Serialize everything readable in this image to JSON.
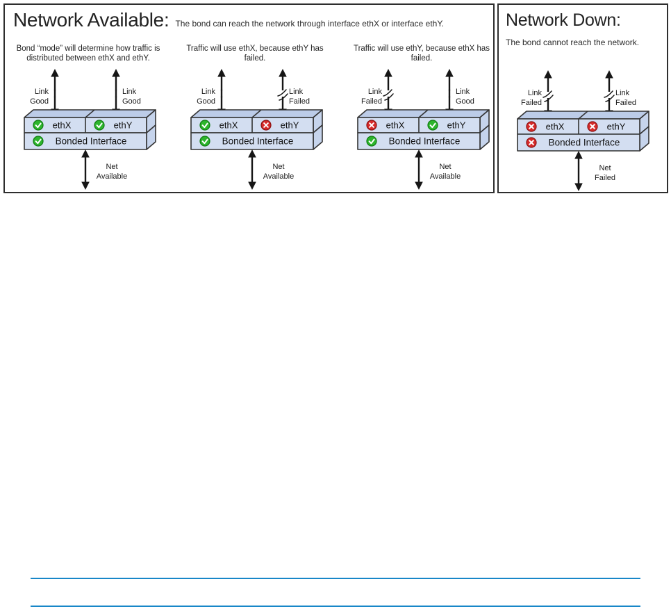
{
  "panels": {
    "available": {
      "title": "Network Available:",
      "subtitle": "The bond can reach the network through interface ethX or interface ethY."
    },
    "down": {
      "title": "Network Down:",
      "subtitle": "The bond cannot reach the network."
    }
  },
  "diagrams": [
    {
      "caption": "Bond “mode” will determine how traffic is distributed between ethX and ethY.",
      "left_link": {
        "line1": "Link",
        "line2": "Good",
        "state": "intact"
      },
      "right_link": {
        "line1": "Link",
        "line2": "Good",
        "state": "intact"
      },
      "eth_x": {
        "label": "ethX",
        "status": "good"
      },
      "eth_y": {
        "label": "ethY",
        "status": "good"
      },
      "bond": {
        "label": "Bonded Interface",
        "status": "good"
      },
      "net": {
        "line1": "Net",
        "line2": "Available"
      }
    },
    {
      "caption": "Traffic will use ethX, because ethY has failed.",
      "left_link": {
        "line1": "Link",
        "line2": "Good",
        "state": "intact"
      },
      "right_link": {
        "line1": "Link",
        "line2": "Failed",
        "state": "broken"
      },
      "eth_x": {
        "label": "ethX",
        "status": "good"
      },
      "eth_y": {
        "label": "ethY",
        "status": "failed"
      },
      "bond": {
        "label": "Bonded Interface",
        "status": "good"
      },
      "net": {
        "line1": "Net",
        "line2": "Available"
      }
    },
    {
      "caption": "Traffic will use ethY, because ethX has failed.",
      "left_link": {
        "line1": "Link",
        "line2": "Failed",
        "state": "broken"
      },
      "right_link": {
        "line1": "Link",
        "line2": "Good",
        "state": "intact"
      },
      "eth_x": {
        "label": "ethX",
        "status": "failed"
      },
      "eth_y": {
        "label": "ethY",
        "status": "good"
      },
      "bond": {
        "label": "Bonded Interface",
        "status": "good"
      },
      "net": {
        "line1": "Net",
        "line2": "Available"
      }
    },
    {
      "left_link": {
        "line1": "Link",
        "line2": "Failed",
        "state": "broken"
      },
      "right_link": {
        "line1": "Link",
        "line2": "Failed",
        "state": "broken"
      },
      "eth_x": {
        "label": "ethX",
        "status": "failed"
      },
      "eth_y": {
        "label": "ethY",
        "status": "failed"
      },
      "bond": {
        "label": "Bonded Interface",
        "status": "failed"
      },
      "net": {
        "line1": "Net",
        "line2": "Failed"
      }
    }
  ],
  "colors": {
    "box_front": "#D3DEF1",
    "box_top": "#BCCCE8",
    "box_side": "#C6D4EC",
    "status_good": "#2DB52D",
    "status_failed": "#D62B2B",
    "panel_border": "#2e2e2e",
    "bottom_rule_blue": "#1887C8"
  }
}
